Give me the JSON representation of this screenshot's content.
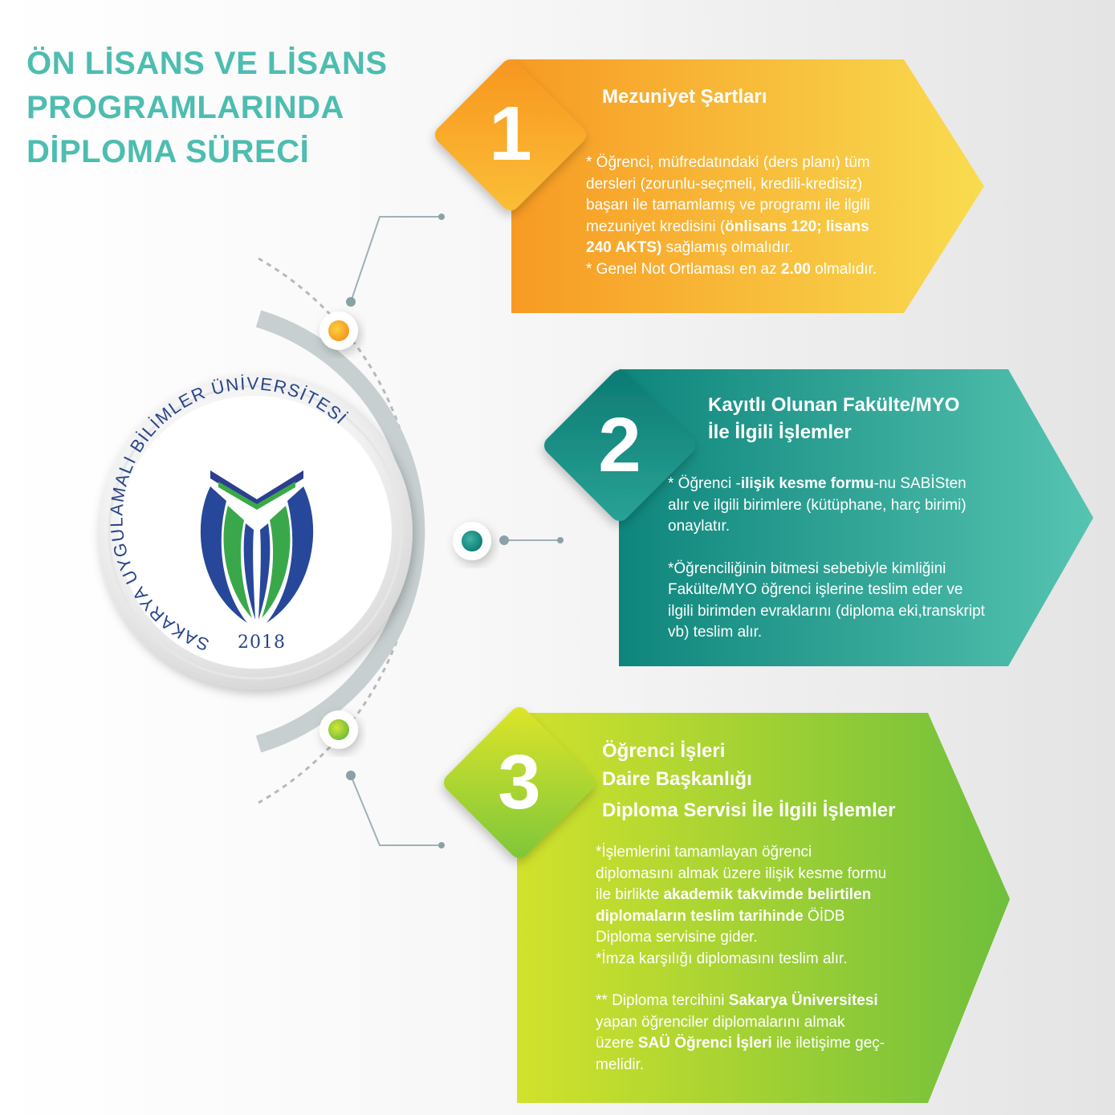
{
  "title": {
    "line1": "ÖN LİSANS VE LİSANS",
    "line2": "PROGRAMLARINDA",
    "line3": "DİPLOMA SÜRECİ"
  },
  "logo": {
    "arc_text": "SAKARYA UYGULAMALI BİLİMLER ÜNİVERSİTESİ",
    "year": "2018"
  },
  "colors": {
    "title": "#4dbdb0",
    "step1": "#f9a330",
    "step2": "#16908a",
    "step3": "#9acd32"
  },
  "steps": [
    {
      "number": "1",
      "title": "Mezuniyet Şartları",
      "lines": [
        "* Öğrenci, müfredatındaki (ders planı) tüm",
        "dersleri (zorunlu-seçmeli, kredili-kredisiz)",
        "başarı ile tamamlamış ve programı ile ilgili",
        "mezuniyet kredisini (",
        "önlisans 120; lisans",
        "240 AKTS)",
        " sağlamış olmalıdır.",
        "* Genel Not Ortlaması en az ",
        "2.00",
        " olmalıdır."
      ]
    },
    {
      "number": "2",
      "title_line1": "Kayıtlı Olunan Fakülte/MYO",
      "title_line2": "İle İlgili İşlemler",
      "p1_a": "* Öğrenci -",
      "p1_b": "ilişik kesme formu",
      "p1_c": "-nu  SABİSten",
      "p1_d": "alır ve ilgili birimlere (kütüphane, harç birimi)",
      "p1_e": "onaylatır.",
      "p2_a": "*Öğrenciliğinin bitmesi sebebiyle kimliğini",
      "p2_b": "Fakülte/MYO öğrenci işlerine teslim eder ve",
      "p2_c": "ilgili birimden evraklarını (diploma eki,transkript",
      "p2_d": "vb) teslim alır."
    },
    {
      "number": "3",
      "title_line1": "Öğrenci İşleri",
      "title_line2": "Daire Başkanlığı",
      "title_line3": "Diploma Servisi İle İlgili İşlemler",
      "p1_a": "*İşlemlerini tamamlayan öğrenci",
      "p1_b": "diplomasını almak üzere ilişik kesme formu",
      "p1_c": "ile birlikte ",
      "p1_d": "akademik takvimde belirtilen",
      "p1_e": "diplomaların teslim tarihinde",
      "p1_f": "  ÖİDB",
      "p1_g": "Diploma servisine gider.",
      "p1_h": "*İmza karşılığı diplomasını teslim alır.",
      "p2_a": "** Diploma tercihini ",
      "p2_b": "Sakarya Üniversitesi",
      "p2_c": "yapan öğrenciler diplomalarını almak",
      "p2_d": "üzere ",
      "p2_e": "SAÜ Öğrenci İşleri",
      "p2_f": " ile iletişime geç-",
      "p2_g": "melidir."
    }
  ]
}
